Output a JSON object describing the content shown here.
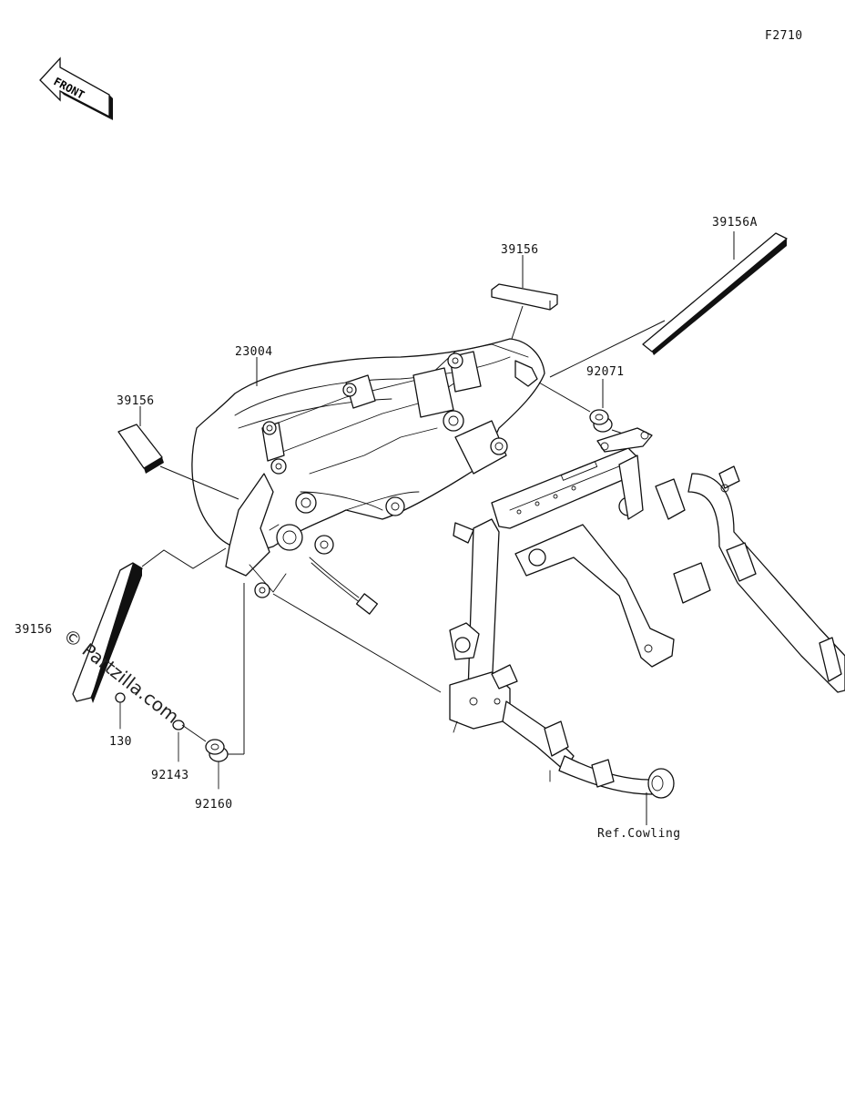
{
  "figure_code": "F2710",
  "front_label": "FRONT",
  "parts": [
    {
      "id": "p-39156A",
      "label": "39156A"
    },
    {
      "id": "p-39156-top",
      "label": "39156"
    },
    {
      "id": "p-23004",
      "label": "23004"
    },
    {
      "id": "p-92071",
      "label": "92071"
    },
    {
      "id": "p-39156-left",
      "label": "39156"
    },
    {
      "id": "p-39156-bottom",
      "label": "39156"
    },
    {
      "id": "p-130",
      "label": "130"
    },
    {
      "id": "p-92143",
      "label": "92143"
    },
    {
      "id": "p-92160",
      "label": "92160"
    },
    {
      "id": "p-ref-cowling",
      "label": "Ref.Cowling"
    }
  ],
  "watermark": "© Partzilla.com"
}
